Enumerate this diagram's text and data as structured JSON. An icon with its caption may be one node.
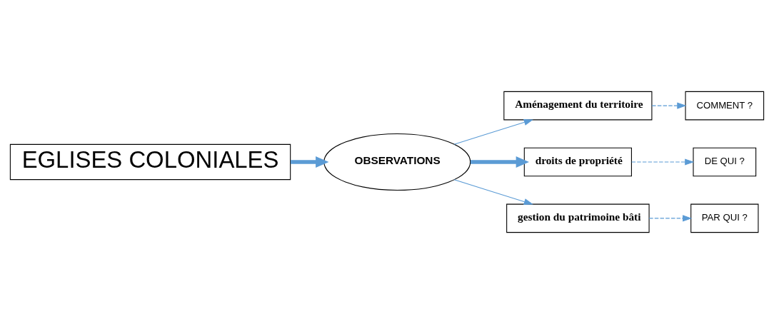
{
  "diagram": {
    "nodes": [
      {
        "text": [
          "EGLISES COLONIALES"
        ]
      },
      {
        "text": [
          "OBSERVATIONS"
        ]
      },
      {
        "text": [
          "Aménagement du territoire"
        ]
      },
      {
        "text": [
          "COMMENT ?"
        ]
      },
      {
        "text": [
          "droits de propriété"
        ]
      },
      {
        "text": [
          "DE QUI ?"
        ]
      },
      {
        "text": [
          "gestion du patrimoine bâti"
        ]
      },
      {
        "text": [
          "PAR QUI ?"
        ]
      }
    ],
    "edges": [
      {
        "from": 0,
        "to": 1,
        "arrow": "to",
        "style": "thick"
      },
      {
        "from": 1,
        "to": 2,
        "arrow": "to"
      },
      {
        "from": 1,
        "to": 4,
        "arrow": "to",
        "style": "thick"
      },
      {
        "from": 1,
        "to": 6,
        "arrow": "to"
      },
      {
        "from": 2,
        "to": 3,
        "arrow": "to",
        "style": "dashed"
      },
      {
        "from": 4,
        "to": 5,
        "arrow": "to",
        "style": "dashed"
      },
      {
        "from": 6,
        "to": 7,
        "arrow": "to",
        "style": "dashed"
      }
    ]
  }
}
